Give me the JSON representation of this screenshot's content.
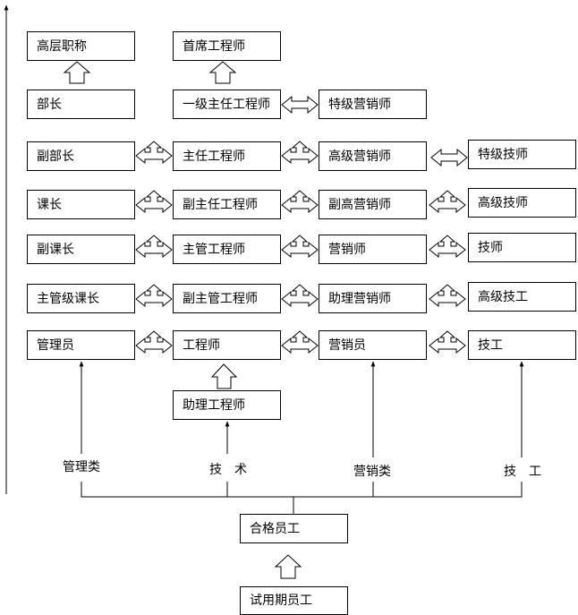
{
  "top": {
    "senior_title": "高层职称",
    "chief_engineer": "首席工程师"
  },
  "rows": {
    "r1": {
      "admin": "部长",
      "tech": "一级主任工程师",
      "sales": "特级营销师"
    },
    "r2": {
      "admin": "副部长",
      "tech": "主任工程师",
      "sales": "高级营销师",
      "worker": "特级技师"
    },
    "r3": {
      "admin": "课长",
      "tech": "副主任工程师",
      "sales": "副高营销师",
      "worker": "高级技师"
    },
    "r4": {
      "admin": "副课长",
      "tech": "主管工程师",
      "sales": "营销师",
      "worker": "技师"
    },
    "r5": {
      "admin": "主管级课长",
      "tech": "副主管工程师",
      "sales": "助理营销师",
      "worker": "高级技工"
    },
    "r6": {
      "admin": "管理员",
      "tech": "工程师",
      "sales": "营销员",
      "worker": "技工"
    }
  },
  "assistant_engineer": "助理工程师",
  "categories": {
    "admin": "管理类",
    "tech": "技　术",
    "sales": "营销类",
    "worker": "技　工"
  },
  "qualified": "合格员工",
  "probation": "试用期员工"
}
